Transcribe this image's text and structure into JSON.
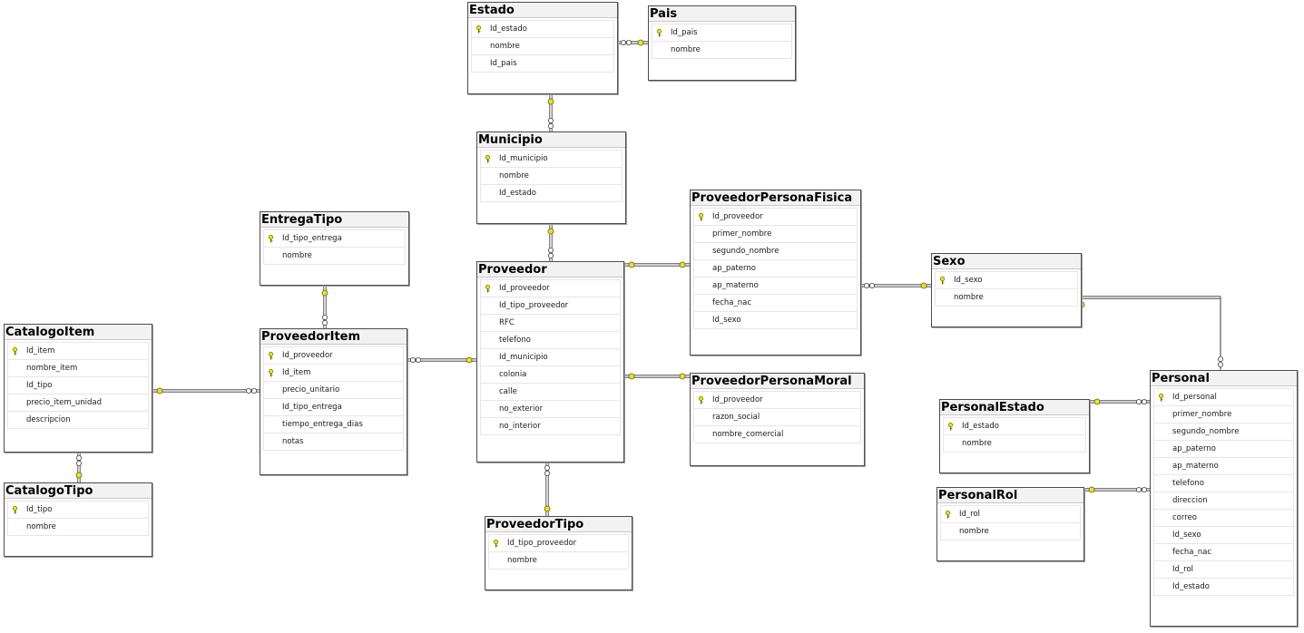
{
  "tables": {
    "estado": {
      "title": "Estado",
      "columns": [
        {
          "name": "Id_estado",
          "pk": true
        },
        {
          "name": "nombre",
          "pk": false
        },
        {
          "name": "Id_pais",
          "pk": false
        }
      ]
    },
    "pais": {
      "title": "Pais",
      "columns": [
        {
          "name": "Id_pais",
          "pk": true
        },
        {
          "name": "nombre",
          "pk": false
        }
      ]
    },
    "municipio": {
      "title": "Municipio",
      "columns": [
        {
          "name": "Id_municipio",
          "pk": true
        },
        {
          "name": "nombre",
          "pk": false
        },
        {
          "name": "Id_estado",
          "pk": false
        }
      ]
    },
    "entregatipo": {
      "title": "EntregaTipo",
      "columns": [
        {
          "name": "Id_tipo_entrega",
          "pk": true
        },
        {
          "name": "nombre",
          "pk": false
        }
      ]
    },
    "proveedor": {
      "title": "Proveedor",
      "columns": [
        {
          "name": "Id_proveedor",
          "pk": true
        },
        {
          "name": "Id_tipo_proveedor",
          "pk": false
        },
        {
          "name": "RFC",
          "pk": false
        },
        {
          "name": "telefono",
          "pk": false
        },
        {
          "name": "Id_municipio",
          "pk": false
        },
        {
          "name": "colonia",
          "pk": false
        },
        {
          "name": "calle",
          "pk": false
        },
        {
          "name": "no_exterior",
          "pk": false
        },
        {
          "name": "no_interior",
          "pk": false
        }
      ]
    },
    "proveedorpersonafisica": {
      "title": "ProveedorPersonaFisica",
      "columns": [
        {
          "name": "Id_proveedor",
          "pk": true
        },
        {
          "name": "primer_nombre",
          "pk": false
        },
        {
          "name": "segundo_nombre",
          "pk": false
        },
        {
          "name": "ap_paterno",
          "pk": false
        },
        {
          "name": "ap_materno",
          "pk": false
        },
        {
          "name": "fecha_nac",
          "pk": false
        },
        {
          "name": "Id_sexo",
          "pk": false
        }
      ]
    },
    "sexo": {
      "title": "Sexo",
      "columns": [
        {
          "name": "Id_sexo",
          "pk": true
        },
        {
          "name": "nombre",
          "pk": false
        }
      ]
    },
    "catalogoitem": {
      "title": "CatalogoItem",
      "columns": [
        {
          "name": "Id_item",
          "pk": true
        },
        {
          "name": "nombre_item",
          "pk": false
        },
        {
          "name": "Id_tipo",
          "pk": false
        },
        {
          "name": "precio_item_unidad",
          "pk": false
        },
        {
          "name": "descripcion",
          "pk": false
        }
      ]
    },
    "proveedoritem": {
      "title": "ProveedorItem",
      "columns": [
        {
          "name": "Id_proveedor",
          "pk": true
        },
        {
          "name": "Id_item",
          "pk": true
        },
        {
          "name": "precio_unitario",
          "pk": false
        },
        {
          "name": "Id_tipo_entrega",
          "pk": false
        },
        {
          "name": "tiempo_entrega_dias",
          "pk": false
        },
        {
          "name": "notas",
          "pk": false
        }
      ]
    },
    "proveedorpersonamoral": {
      "title": "ProveedorPersonaMoral",
      "columns": [
        {
          "name": "Id_proveedor",
          "pk": true
        },
        {
          "name": "razon_social",
          "pk": false
        },
        {
          "name": "nombre_comercial",
          "pk": false
        }
      ]
    },
    "personal": {
      "title": "Personal",
      "columns": [
        {
          "name": "Id_personal",
          "pk": true
        },
        {
          "name": "primer_nombre",
          "pk": false
        },
        {
          "name": "segundo_nombre",
          "pk": false
        },
        {
          "name": "ap_paterno",
          "pk": false
        },
        {
          "name": "ap_materno",
          "pk": false
        },
        {
          "name": "telefono",
          "pk": false
        },
        {
          "name": "direccion",
          "pk": false
        },
        {
          "name": "correo",
          "pk": false
        },
        {
          "name": "Id_sexo",
          "pk": false
        },
        {
          "name": "fecha_nac",
          "pk": false
        },
        {
          "name": "Id_rol",
          "pk": false
        },
        {
          "name": "Id_estado",
          "pk": false
        }
      ]
    },
    "personalestado": {
      "title": "PersonalEstado",
      "columns": [
        {
          "name": "Id_estado",
          "pk": true
        },
        {
          "name": "nombre",
          "pk": false
        }
      ]
    },
    "catalogotipo": {
      "title": "CatalogoTipo",
      "columns": [
        {
          "name": "Id_tipo",
          "pk": true
        },
        {
          "name": "nombre",
          "pk": false
        }
      ]
    },
    "proveedortipo": {
      "title": "ProveedorTipo",
      "columns": [
        {
          "name": "Id_tipo_proveedor",
          "pk": true
        },
        {
          "name": "nombre",
          "pk": false
        }
      ]
    },
    "personalrol": {
      "title": "PersonalRol",
      "columns": [
        {
          "name": "Id_rol",
          "pk": true
        },
        {
          "name": "nombre",
          "pk": false
        }
      ]
    }
  },
  "relationships": [
    {
      "from": "estado",
      "to": "pais"
    },
    {
      "from": "municipio",
      "to": "estado"
    },
    {
      "from": "proveedor",
      "to": "municipio"
    },
    {
      "from": "proveedorpersonafisica",
      "to": "proveedor"
    },
    {
      "from": "proveedorpersonafisica",
      "to": "sexo"
    },
    {
      "from": "proveedorpersonamoral",
      "to": "proveedor"
    },
    {
      "from": "proveedoritem",
      "to": "proveedor"
    },
    {
      "from": "proveedoritem",
      "to": "entregatipo"
    },
    {
      "from": "proveedoritem",
      "to": "catalogoitem"
    },
    {
      "from": "catalogoitem",
      "to": "catalogotipo"
    },
    {
      "from": "proveedor",
      "to": "proveedortipo"
    },
    {
      "from": "personal",
      "to": "sexo"
    },
    {
      "from": "personal",
      "to": "personalestado"
    },
    {
      "from": "personal",
      "to": "personalrol"
    }
  ],
  "colors": {
    "key_icon": "#f2e600",
    "line": "#333333",
    "header_bg": "#f2f2f2",
    "border": "#4d4d4d"
  }
}
